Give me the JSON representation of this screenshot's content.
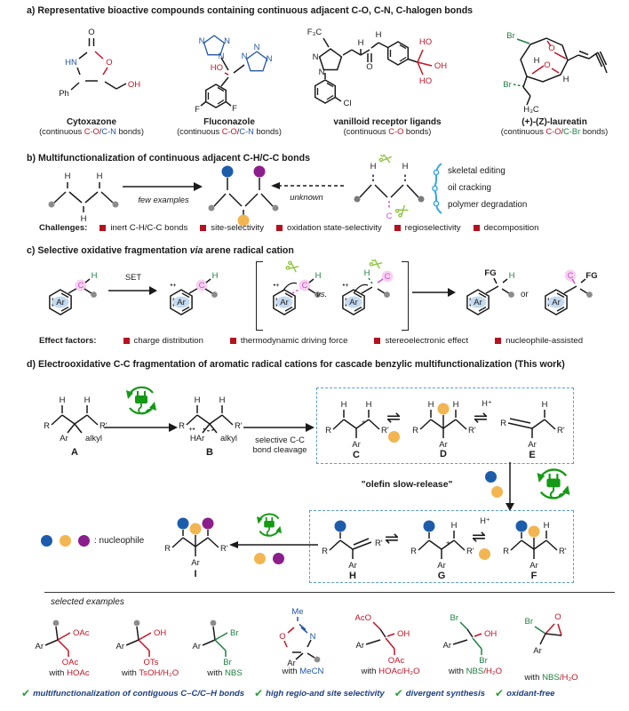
{
  "colors": {
    "red": "#c01525",
    "blue": "#2457a5",
    "green": "#1e8040",
    "magenta": "#cf4fd4",
    "yellow": "#f2b552",
    "nu_blue": "#1d5cab",
    "purple": "#8c1d8c",
    "gray_dot": "#8c8c8c",
    "bullet": "#b5121f",
    "navy": "#1c3f7c",
    "check_green": "#2e9e3a",
    "box_border": "#5b9bd5",
    "chain_blue": "#3ba7dc",
    "scissors_green": "#8fc640",
    "pink_hl": "#f7d2f0",
    "blue_hl": "#c3daf1",
    "electro_green": "#149a14"
  },
  "panel_a": {
    "title": "a) Representative bioactive compounds containing continuous adjacent C-O, C-N, C-halogen bonds",
    "compounds": [
      {
        "name": "Cytoxazone",
        "labels": [
          "O",
          "O",
          "HN",
          "Ph",
          "OH"
        ],
        "cap_pre": "(continuous ",
        "cap_a": "C-O",
        "cap_sep": "/",
        "cap_b": "C-N",
        "cap_post": " bonds)"
      },
      {
        "name": "Fluconazole",
        "labels": [
          "HO",
          "F",
          "F",
          "N",
          "N",
          "N",
          "N",
          "N",
          "N"
        ],
        "cap_pre": "(continuous ",
        "cap_a": "C-O",
        "cap_sep": "/",
        "cap_b": "C-N",
        "cap_post": " bonds)"
      },
      {
        "name": "vanilloid receptor ligands",
        "labels": [
          "F₃C",
          "N",
          "N",
          "Cl",
          "H",
          "O",
          "H",
          "HO",
          "OH",
          "HO"
        ],
        "cap_pre": "(continuous ",
        "cap_a": "C-O",
        "cap_sep": "",
        "cap_b": "",
        "cap_post": " bonds)"
      },
      {
        "name": "(+)-(Z)-laureatin",
        "labels": [
          "Br",
          "O",
          "O",
          "H",
          "H",
          "Br",
          "H₃C"
        ],
        "cap_pre": "(continuous ",
        "cap_a": "C-O",
        "cap_sep": "/",
        "cap_b": "C-Br",
        "cap_post": " bonds)"
      }
    ]
  },
  "panel_b": {
    "title": "b) Multifunctionalization of continuous adjacent C-H/C-C bonds",
    "h": "H",
    "c": "C",
    "arrow_label": "few examples",
    "unknown_label": "unknown",
    "applications": [
      "skeletal editing",
      "oil cracking",
      "polymer degradation"
    ],
    "challenges_label": "Challenges:",
    "challenges": [
      "inert C-H/C-C bonds",
      "site-selectivity",
      "oxidation state-selectivity",
      "regioselectivity",
      "decomposition"
    ]
  },
  "panel_c": {
    "title_pre": "c) Selective oxidative fragmentation ",
    "title_via": "via",
    "title_post": " arene radical cation",
    "ar": "Ar",
    "c": "C",
    "h": "H",
    "fg": "FG",
    "rc": "•+",
    "set_label": "SET",
    "vs_label": "vs.",
    "or_label": "or",
    "effect_label": "Effect factors:",
    "effects": [
      "charge distribution",
      "thermodynamic driving force",
      "stereoelectronic effect",
      "nucleophile-assisted"
    ]
  },
  "panel_d": {
    "title": "d) Electrooxidative C-C fragmentation of aromatic radical cations for cascade benzylic multifunctionalization (This work)",
    "r": "R",
    "rp": "R'",
    "ar": "Ar",
    "alkyl": "alkyl",
    "har": "HAr",
    "h": "H",
    "hplus": "H⁺",
    "plus": "+",
    "rc": "+•",
    "arrow2_line1": "selective C-C",
    "arrow2_line2": "bond cleavage",
    "olefin_label": "\"olefin slow-release\"",
    "nucleophile_label": ": nucleophile",
    "species": [
      "A",
      "B",
      "C",
      "D",
      "E",
      "F",
      "G",
      "H",
      "I"
    ]
  },
  "examples": {
    "header": "selected examples",
    "with_label": "with ",
    "items": [
      {
        "ar": "Ar",
        "top": "OAc",
        "bottom": "OAc",
        "reagent": "HOAc",
        "reagent2": ""
      },
      {
        "ar": "Ar",
        "top": "OH",
        "bottom": "OTs",
        "reagent": "TsOH/H₂O",
        "reagent2": ""
      },
      {
        "ar": "Ar",
        "top": "Br",
        "bottom": "Br",
        "reagent": "NBS",
        "reagent2": ""
      },
      {
        "ar": "Ar",
        "me": "Me",
        "o": "O",
        "n": "N",
        "reagent": "MeCN",
        "reagent2": ""
      },
      {
        "ar": "Ar",
        "top": "AcO",
        "mid": "OH",
        "bottom": "OAc",
        "reagent": "HOAc/H₂O",
        "reagent2": ""
      },
      {
        "ar": "Ar",
        "top": "Br",
        "mid": "OH",
        "bottom": "Br",
        "reagent": "NBS",
        "reagent2": "/H₂O"
      },
      {
        "ar": "Ar",
        "top": "Br",
        "o": "O",
        "reagent": "NBS",
        "reagent2": "/H₂O"
      }
    ]
  },
  "footer": {
    "check": "✔",
    "items": [
      "multifunctionalization of contiguous C–C/C–H bonds",
      "high regio-and site selectivity",
      "divergent synthesis",
      "oxidant-free"
    ]
  }
}
